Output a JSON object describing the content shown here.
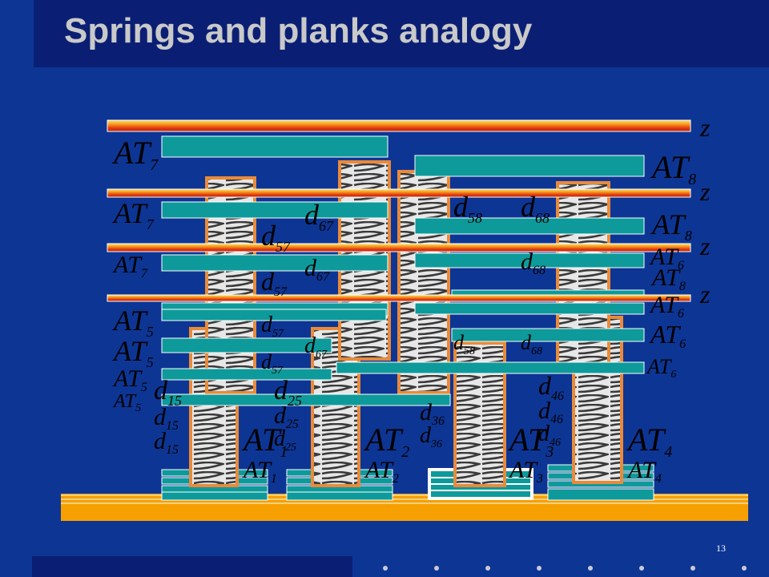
{
  "slide": {
    "title": "Springs and planks analogy",
    "page_number": "13"
  },
  "colors": {
    "background": "#0d3594",
    "title_bar": "#0a1f74",
    "title_text": "#c9c9c9",
    "plank_fill": "#0e9a9a",
    "ground_fill": "#f6a000",
    "spring_frame": "#e98a3a",
    "label_text": "#000000"
  },
  "diagram": {
    "z_label": "z",
    "level_labels": [
      {
        "base": "AT",
        "sub": "7"
      },
      {
        "base": "AT",
        "sub": "8"
      },
      {
        "base": "AT",
        "sub": "5"
      },
      {
        "base": "AT",
        "sub": "6"
      },
      {
        "base": "AT",
        "sub": "1"
      },
      {
        "base": "AT",
        "sub": "2"
      },
      {
        "base": "AT",
        "sub": "3"
      },
      {
        "base": "AT",
        "sub": "4"
      }
    ],
    "distance_labels": [
      {
        "base": "d",
        "sub": "15"
      },
      {
        "base": "d",
        "sub": "25"
      },
      {
        "base": "d",
        "sub": "36"
      },
      {
        "base": "d",
        "sub": "46"
      },
      {
        "base": "d",
        "sub": "57"
      },
      {
        "base": "d",
        "sub": "67"
      },
      {
        "base": "d",
        "sub": "58"
      },
      {
        "base": "d",
        "sub": "68"
      }
    ]
  }
}
